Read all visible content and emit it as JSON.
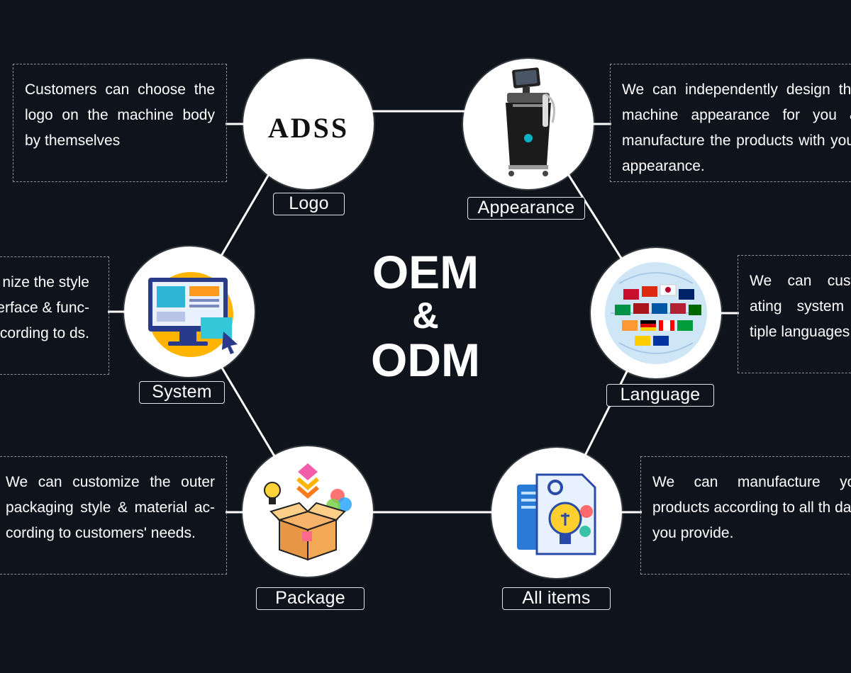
{
  "title": {
    "line1": "OEM",
    "line2": "&",
    "line3": "ODM"
  },
  "nodes": {
    "logo": {
      "label": "Logo",
      "logo_text": "ADSS",
      "desc": "Customers can choose the logo on the machine body by themselves"
    },
    "appearance": {
      "label": "Appearance",
      "desc": "We can independently design the machine appearance for you & manufacture the products with your appearance."
    },
    "system": {
      "label": "System",
      "desc": "nize the style erface & func- according  to ds."
    },
    "language": {
      "label": "Language",
      "desc": "We can custo ating system t tiple languages"
    },
    "package": {
      "label": "Package",
      "desc": "We can customize the outer packaging style & material ac- cording to customers' needs."
    },
    "all_items": {
      "label": "All items",
      "desc": "We  can  manufacture  you products according to all th data you provide."
    }
  },
  "colors": {
    "background": "#0f141c",
    "node_fill": "#ffffff",
    "line": "#ffffff",
    "dashed_border": "#8c93a0"
  }
}
